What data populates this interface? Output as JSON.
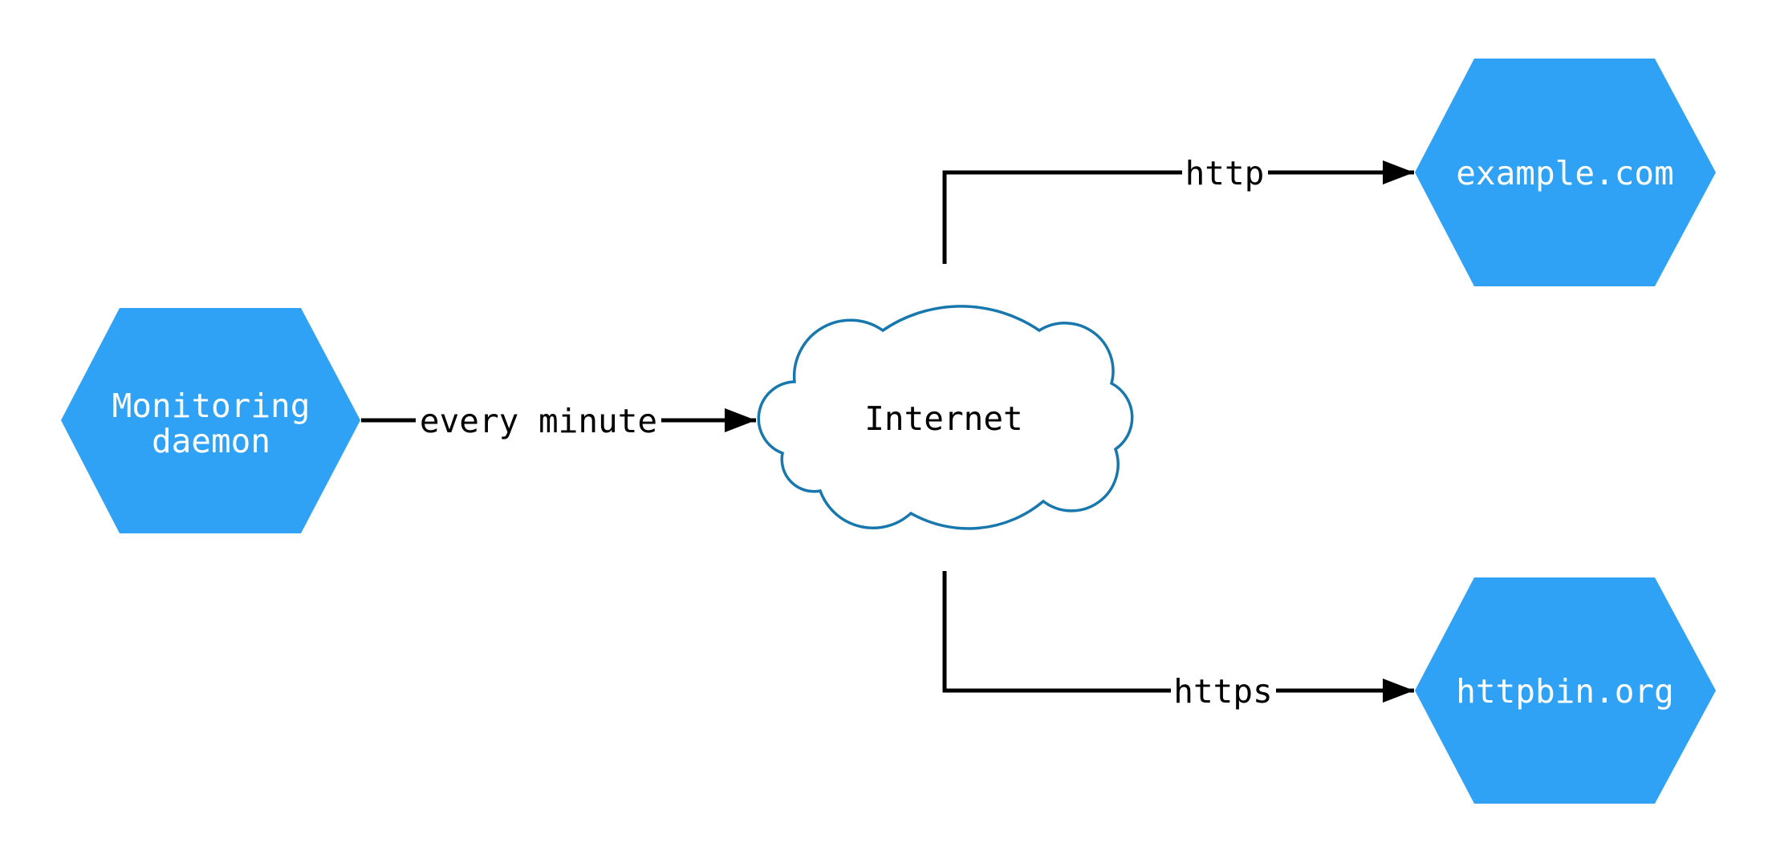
{
  "diagram": {
    "type": "network-flow-diagram",
    "nodes": {
      "monitoring_daemon": {
        "shape": "hexagon",
        "label_lines": [
          "Monitoring",
          "daemon"
        ]
      },
      "internet": {
        "shape": "cloud",
        "label": "Internet"
      },
      "example_com": {
        "shape": "hexagon",
        "label": "example.com"
      },
      "httpbin_org": {
        "shape": "hexagon",
        "label": "httpbin.org"
      }
    },
    "edges": [
      {
        "from": "monitoring_daemon",
        "to": "internet",
        "label": "every minute"
      },
      {
        "from": "internet",
        "to": "example_com",
        "label": "http"
      },
      {
        "from": "internet",
        "to": "httpbin_org",
        "label": "https"
      }
    ],
    "colors": {
      "hexagon_fill": "#2fa2f5",
      "hexagon_text": "#ffffff",
      "cloud_stroke": "#1878ad",
      "cloud_fill": "#ffffff",
      "cloud_text": "#000000",
      "edge_stroke": "#000000",
      "edge_label_text": "#000000",
      "background": "#ffffff"
    }
  }
}
